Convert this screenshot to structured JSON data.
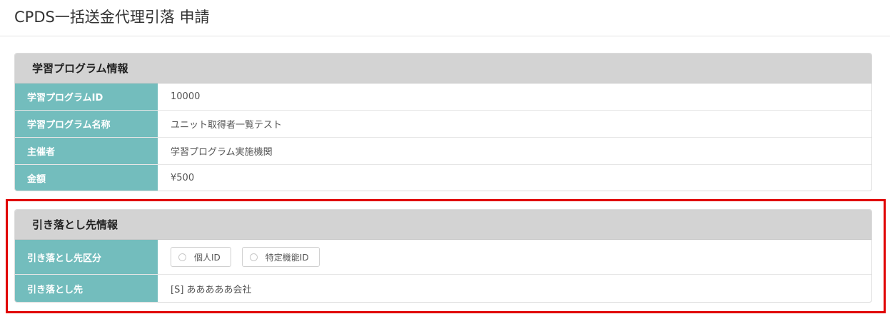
{
  "page": {
    "title": "CPDS一括送金代理引落 申請"
  },
  "program_panel": {
    "heading": "学習プログラム情報",
    "rows": [
      {
        "label": "学習プログラムID",
        "value": "10000"
      },
      {
        "label": "学習プログラム名称",
        "value": "ユニット取得者一覧テスト"
      },
      {
        "label": "主催者",
        "value": "学習プログラム実施機関"
      },
      {
        "label": "金額",
        "value": "¥500"
      }
    ]
  },
  "debit_panel": {
    "heading": "引き落とし先情報",
    "type_label": "引き落とし先区分",
    "options": [
      {
        "label": "個人ID",
        "selected": false
      },
      {
        "label": "特定機能ID",
        "selected": false
      }
    ],
    "target_label": "引き落とし先",
    "target_value": "[S] あああああ会社"
  },
  "colors": {
    "label_bg": "#73bdbd",
    "heading_bg": "#d3d3d3",
    "highlight": "#e00000"
  }
}
